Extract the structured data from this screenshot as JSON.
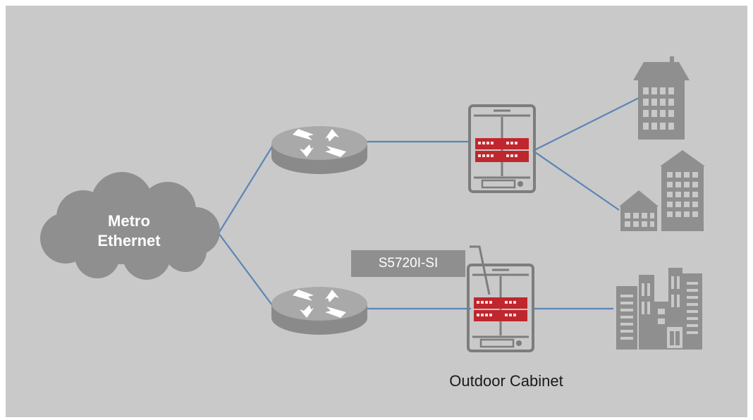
{
  "diagram": {
    "cloud_label_line1": "Metro",
    "cloud_label_line2": "Ethernet",
    "switch_model_label": "S5720I-SI",
    "cabinet_caption": "Outdoor Cabinet"
  },
  "colors": {
    "background": "#c9c9c9",
    "device_gray": "#8f8f8f",
    "link_blue": "#5b86b5",
    "switch_red": "#c0262d"
  },
  "nodes": [
    {
      "name": "metro-ethernet-cloud",
      "icon": "cloud-icon"
    },
    {
      "name": "router-top",
      "icon": "router-icon"
    },
    {
      "name": "router-bottom",
      "icon": "router-icon"
    },
    {
      "name": "cabinet-top",
      "icon": "outdoor-cabinet-icon"
    },
    {
      "name": "cabinet-bottom",
      "icon": "outdoor-cabinet-icon"
    },
    {
      "name": "building-tall",
      "icon": "building-icon"
    },
    {
      "name": "building-houses",
      "icon": "building-icon"
    },
    {
      "name": "building-city",
      "icon": "city-buildings-icon"
    }
  ]
}
